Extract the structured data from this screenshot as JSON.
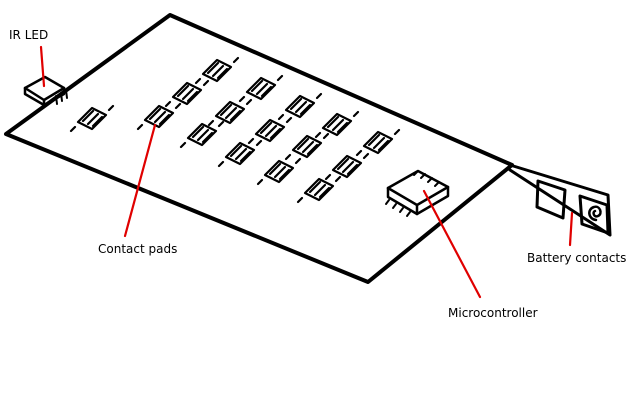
{
  "labels": {
    "ir_led": "IR LED",
    "contact_pads": "Contact pads",
    "microcontroller": "Microcontroller",
    "battery_contacts": "Battery contacts"
  },
  "colors": {
    "ink": "#000000",
    "leader": "#e00000",
    "background": "#ffffff"
  }
}
